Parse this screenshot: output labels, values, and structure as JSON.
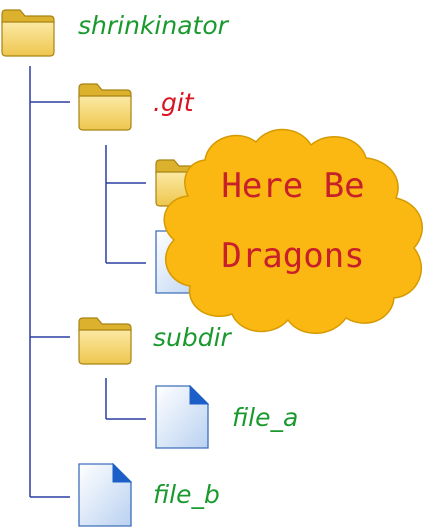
{
  "tree": {
    "root": {
      "label": "shrinkinator",
      "kind": "folder"
    },
    "git": {
      "label": ".git",
      "kind": "folder"
    },
    "subdir": {
      "label": "subdir",
      "kind": "folder"
    },
    "file_a": {
      "label": "file_a",
      "kind": "file"
    },
    "file_b": {
      "label": "file_b",
      "kind": "file"
    }
  },
  "callout": {
    "line1": "Here Be",
    "line2": "Dragons"
  },
  "colors": {
    "label_green": "#1a9a2e",
    "label_red": "#d9141e",
    "connector": "#2b3fa3",
    "cloud_fill": "#fbb812",
    "cloud_stroke": "#d59a00",
    "callout_text": "#c8202b",
    "folder_back": "#dcb12e",
    "folder_front": "#f6d873",
    "folder_stroke": "#a88312",
    "file_fill": "#cfe0f6",
    "file_stroke": "#3d6fb8"
  }
}
